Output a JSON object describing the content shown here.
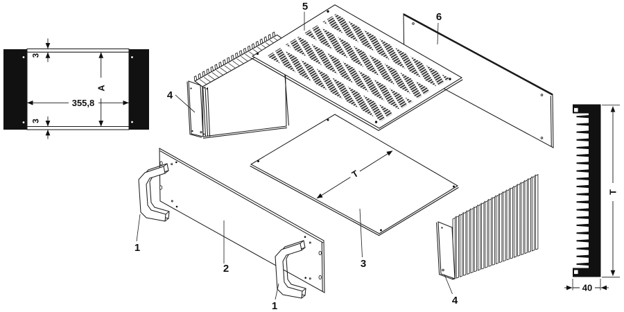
{
  "diagram": {
    "colors": {
      "ink": "#1a1a1a",
      "solid_black": "#111111",
      "background": "#ffffff",
      "vent_slots": "#2d2d2d"
    },
    "front_view": {
      "dim_top_flange": "3",
      "dim_bottom_flange": "3",
      "dim_inner_width": "355,8",
      "dim_height": "A"
    },
    "exploded_view": {
      "dim_depth": "T",
      "part_labels": {
        "handle_left": "1",
        "handle_bottom": "1",
        "front_panel": "2",
        "bottom_plate": "3",
        "heatsink_left": "4",
        "heatsink_right": "4",
        "top_cover": "5",
        "rear_panel": "6"
      }
    },
    "profile_view": {
      "dim_height": "T",
      "dim_width": "40"
    }
  }
}
